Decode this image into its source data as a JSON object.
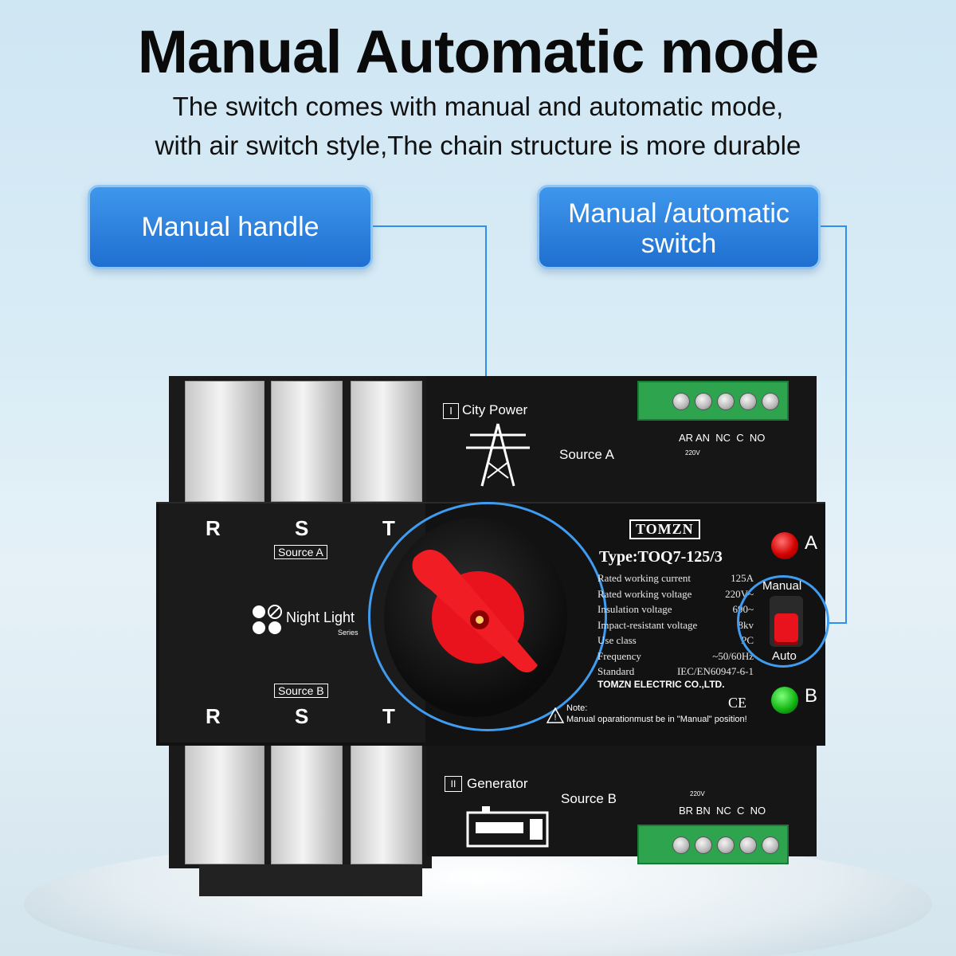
{
  "header": {
    "title": "Manual Automatic mode",
    "subtitle_line1": "The switch comes with manual and automatic mode,",
    "subtitle_line2": "with air switch style,The chain structure is more durable"
  },
  "callouts": {
    "left": "Manual handle",
    "right_line1": "Manual /automatic",
    "right_line2": "switch"
  },
  "device": {
    "top_panel": {
      "label_icon": "I",
      "label": "City Power",
      "source": "Source A",
      "terminals": "AR AN  NC  C  NO",
      "voltage": "220V"
    },
    "bottom_panel": {
      "label_icon": "II",
      "label": "Generator",
      "source": "Source B",
      "terminals": "BR BN  NC  C  NO",
      "voltage": "220V"
    },
    "left_panel": {
      "phases_top": [
        "R",
        "S",
        "T"
      ],
      "phases_bottom": [
        "R",
        "S",
        "T"
      ],
      "source_a_tag": "Source A",
      "source_b_tag": "Source B",
      "series_name": "Night Light",
      "series_sub": "Series"
    },
    "right_panel": {
      "brand": "TOMZN",
      "type": "Type:TOQ7-125/3",
      "specs": [
        {
          "label": "Rated working current",
          "value": "125A"
        },
        {
          "label": "Rated working voltage",
          "value": "220V~"
        },
        {
          "label": "Insulation voltage",
          "value": "690~"
        },
        {
          "label": "Impact-resistant voltage",
          "value": "8kv"
        },
        {
          "label": "Use class",
          "value": "PC"
        },
        {
          "label": "Frequency",
          "value": "~50/60Hz"
        },
        {
          "label": "Standard",
          "value": "IEC/EN60947-6-1"
        }
      ],
      "company": "TOMZN ELECTRIC CO.,LTD.",
      "ce_mark": "CE",
      "note_title": "Note:",
      "note_text": "Manual oparationmust be in \"Manual\" position!",
      "led_a": "A",
      "led_b": "B",
      "mode_manual": "Manual",
      "mode_auto": "Auto"
    }
  },
  "colors": {
    "callout_blue": "#2a7fe0",
    "handle_red": "#e8131c",
    "body_black": "#141414"
  }
}
